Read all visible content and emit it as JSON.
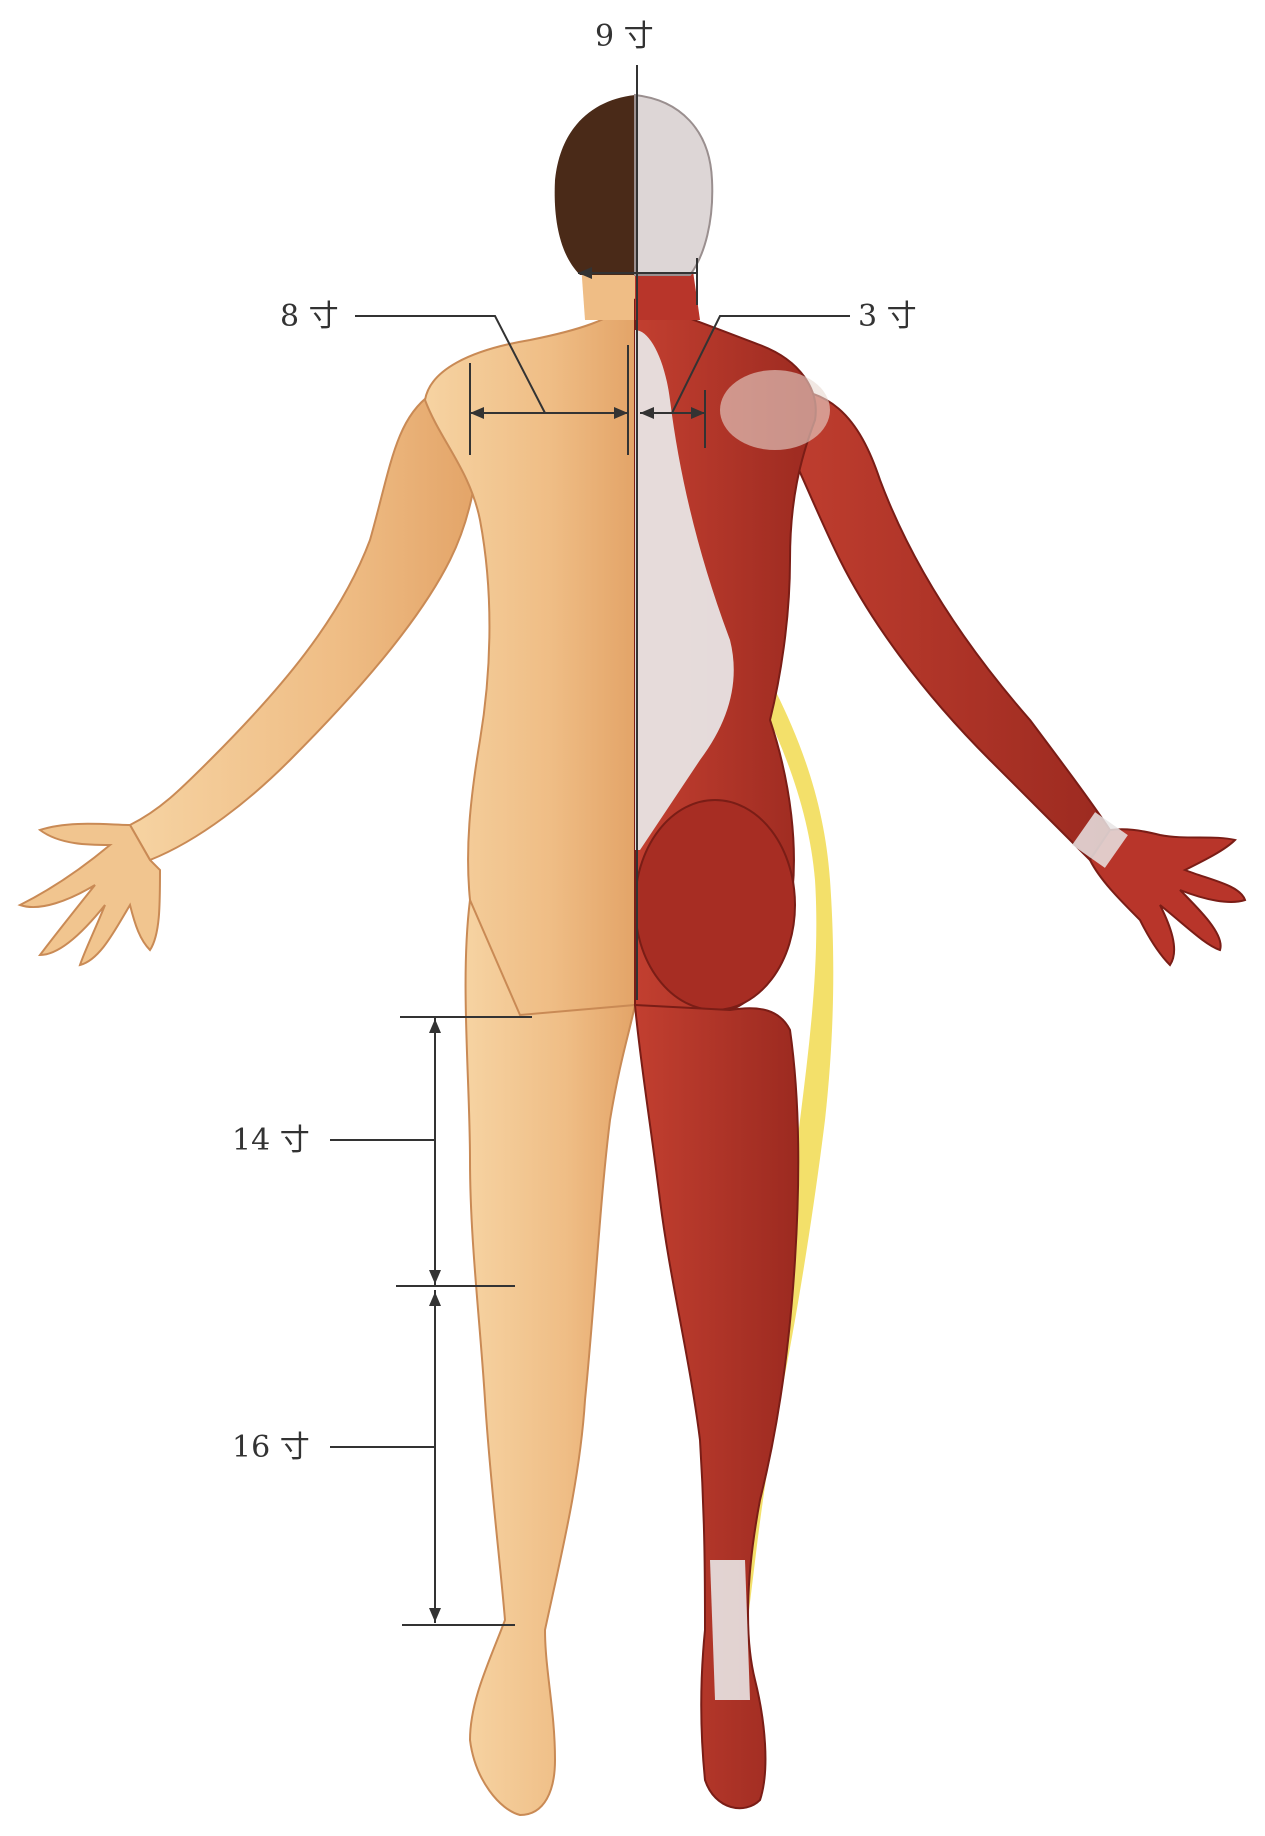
{
  "figure": {
    "unit": "寸",
    "measurements": [
      {
        "id": "head-width",
        "label": "9 寸"
      },
      {
        "id": "shoulder-to-spine",
        "label": "8 寸"
      },
      {
        "id": "scapula-to-spine",
        "label": "3 寸"
      },
      {
        "id": "thigh-length",
        "label": "14 寸"
      },
      {
        "id": "lower-leg-length",
        "label": "16 寸"
      }
    ]
  },
  "colors": {
    "skin": "#f2c48e",
    "skin_shadow": "#e0a56a",
    "hair": "#4a2a18",
    "muscle": "#b8352a",
    "muscle_dark": "#8e231c",
    "tendon": "#e8e4e4",
    "fat_layer": "#f3e06a",
    "line": "#333333"
  }
}
